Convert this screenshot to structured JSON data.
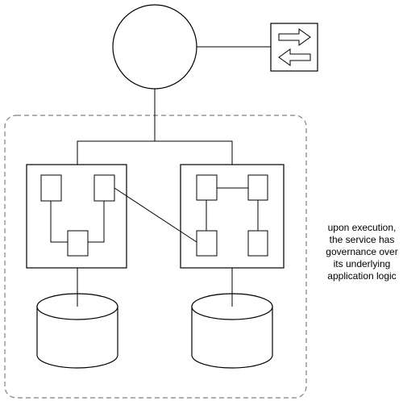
{
  "caption": {
    "lines": [
      "upon execution,",
      "the service has",
      "governance over",
      "its underlying",
      "application logic"
    ]
  },
  "icons": {
    "exchange": "bidirectional-arrows-icon",
    "service": "service-circle",
    "database": "database-cylinder-icon"
  },
  "colors": {
    "stroke": "#000000",
    "boundary": "#808080",
    "background": "#ffffff"
  }
}
